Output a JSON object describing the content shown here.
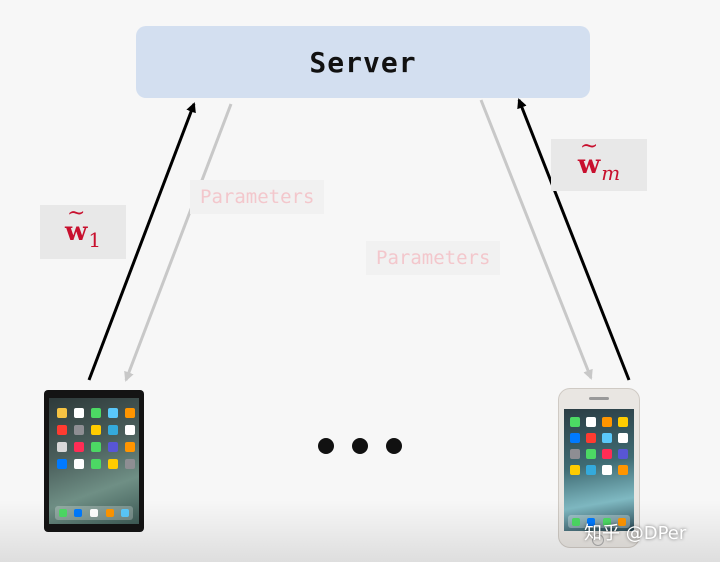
{
  "server": {
    "label": "Server"
  },
  "parameters": {
    "left_label": "Parameters",
    "right_label": "Parameters"
  },
  "weights": {
    "left": {
      "symbol": "w",
      "subscript": "1"
    },
    "right": {
      "symbol": "w",
      "subscript": "m"
    }
  },
  "colors": {
    "server_box": "#d3dff0",
    "weight_text": "#c8102e",
    "parameter_text": "#f3c7cc",
    "upload_arrow": "#000000",
    "download_arrow": "#c8c8c8"
  },
  "devices": {
    "left": "tablet-icon",
    "right": "phone-icon"
  },
  "ellipsis": "more-clients-dots",
  "watermark": "知乎 @DPer"
}
